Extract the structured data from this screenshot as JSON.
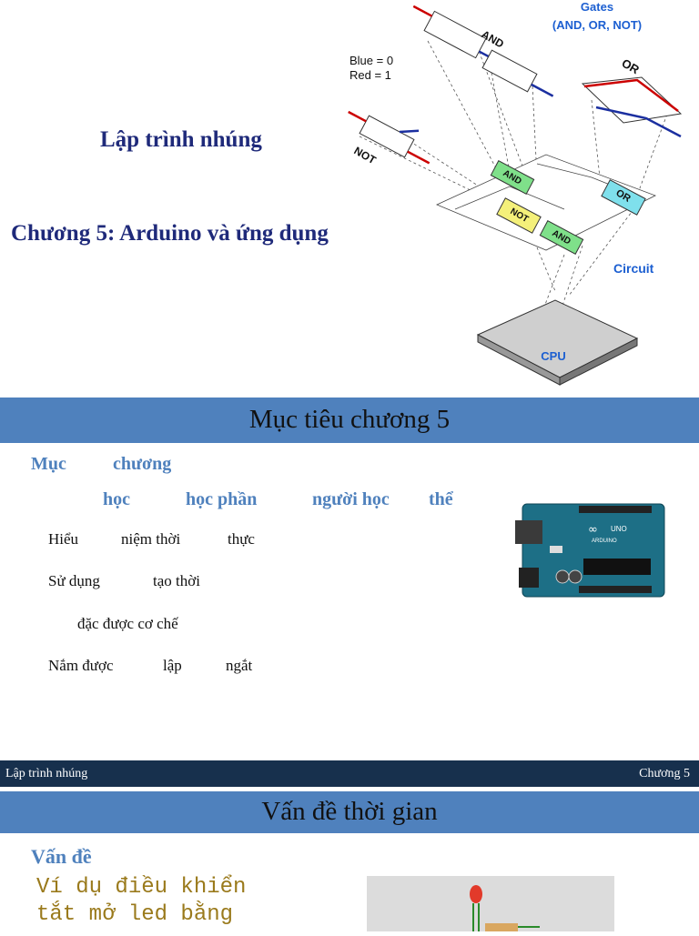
{
  "slide1": {
    "title": "Lập trình nhúng",
    "subtitle": "Chương 5: Arduino và ứng dụng",
    "diagram": {
      "gates_title": "Gates",
      "gates_sub": "(AND, OR, NOT)",
      "legend_blue": "Blue = 0",
      "legend_red": "Red = 1",
      "and_label": "AND",
      "or_label": "OR",
      "not_label": "NOT",
      "circuit_label": "Circuit",
      "cpu_label": "CPU"
    }
  },
  "slide2": {
    "header": "Mục tiêu chương 5",
    "goal_words": [
      "Mục",
      "chương"
    ],
    "learner_words": [
      "học",
      "học phần",
      "người học",
      "thể"
    ],
    "items": [
      [
        "Hiểu",
        "niệm thời",
        "thực"
      ],
      [
        "Sử dụng",
        "tạo thời"
      ],
      [
        "đặc được cơ chế"
      ],
      [
        "Nắm được",
        "lập",
        "ngắt"
      ]
    ],
    "footer_left": "Lập trình nhúng",
    "footer_right": "Chương 5",
    "board_brand": "UNO",
    "board_name": "ARDUINO"
  },
  "slide3": {
    "header": "Vấn đề thời gian",
    "label": "Vấn đề",
    "code_lines": [
      "Ví dụ điều khiển",
      "tắt mở led bằng"
    ]
  }
}
